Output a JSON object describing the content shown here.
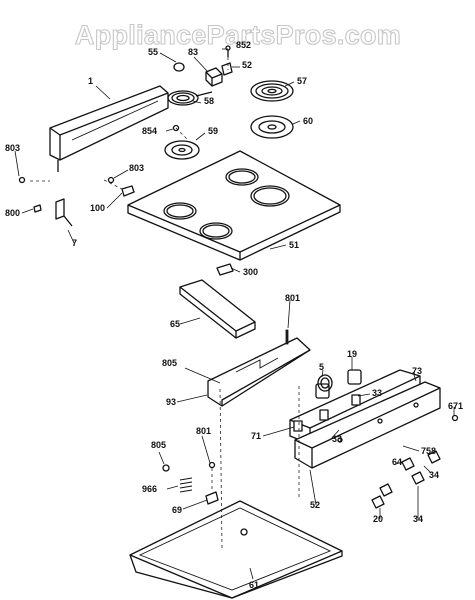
{
  "watermark": "AppliancePartsPros.com",
  "callouts": [
    {
      "key": "1",
      "text": "1"
    },
    {
      "key": "55",
      "text": "55"
    },
    {
      "key": "83",
      "text": "83"
    },
    {
      "key": "852",
      "text": "852"
    },
    {
      "key": "52-top",
      "text": "52"
    },
    {
      "key": "58",
      "text": "58"
    },
    {
      "key": "57",
      "text": "57"
    },
    {
      "key": "854",
      "text": "854"
    },
    {
      "key": "59",
      "text": "59"
    },
    {
      "key": "60",
      "text": "60"
    },
    {
      "key": "803-left",
      "text": "803"
    },
    {
      "key": "803-mid",
      "text": "803"
    },
    {
      "key": "100",
      "text": "100"
    },
    {
      "key": "800",
      "text": "800"
    },
    {
      "key": "7",
      "text": "7"
    },
    {
      "key": "51",
      "text": "51"
    },
    {
      "key": "300",
      "text": "300"
    },
    {
      "key": "65",
      "text": "65"
    },
    {
      "key": "801-upper",
      "text": "801"
    },
    {
      "key": "805-upper",
      "text": "805"
    },
    {
      "key": "93",
      "text": "93"
    },
    {
      "key": "5",
      "text": "5"
    },
    {
      "key": "19",
      "text": "19"
    },
    {
      "key": "73",
      "text": "73"
    },
    {
      "key": "33-a",
      "text": "33"
    },
    {
      "key": "671",
      "text": "671"
    },
    {
      "key": "33-b",
      "text": "33"
    },
    {
      "key": "71",
      "text": "71"
    },
    {
      "key": "758",
      "text": "758"
    },
    {
      "key": "64",
      "text": "64"
    },
    {
      "key": "34-a",
      "text": "34"
    },
    {
      "key": "52-bottom",
      "text": "52"
    },
    {
      "key": "34-b",
      "text": "34"
    },
    {
      "key": "20",
      "text": "20"
    },
    {
      "key": "805-lower",
      "text": "805"
    },
    {
      "key": "801-lower",
      "text": "801"
    },
    {
      "key": "966",
      "text": "966"
    },
    {
      "key": "69",
      "text": "69"
    },
    {
      "key": "61",
      "text": "61"
    }
  ]
}
